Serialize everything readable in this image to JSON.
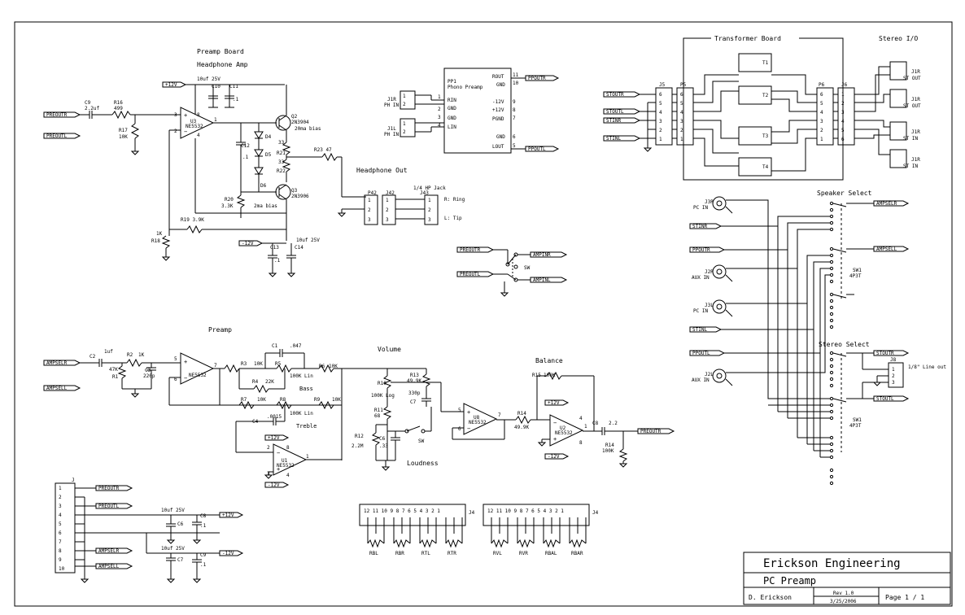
{
  "titles": {
    "preamp_board": "Preamp Board",
    "headphone_amp": "Headphone Amp",
    "preamp": "Preamp",
    "transformer_board": "Transformer Board",
    "stereo_io": "Stereo I/O",
    "headphone_out": "Headphone Out",
    "volume": "Volume",
    "balance": "Balance",
    "bass": "Bass",
    "treble": "Treble",
    "loudness": "Loudness",
    "speaker_select": "Speaker Select",
    "stereo_select": "Stereo Select",
    "twenty_ma_a": "20ma bias",
    "twenty_ma_b": "2ma bias",
    "quarter_jack": "1/4 HP Jack",
    "r_ring": "R: Ring",
    "l_tip": "L: Tip",
    "line_out": "1/8\" Line out"
  },
  "title_block": {
    "company": "Erickson Engineering",
    "project": "PC Preamp",
    "author": "D. Erickson",
    "rev": "Rev 1.0",
    "date": "3/25/2006",
    "page": "Page 1 / 1"
  },
  "net_labels": {
    "preoutr": "PREOUTR",
    "preoutl": "PREOUTL",
    "ampselr": "AMPSELR",
    "ampsell": "AMPSELL",
    "ampinr": "AMPINR",
    "ampinl": "AMPINL",
    "ppoutr": "PPOUTR",
    "ppoutl": "PPOUTL",
    "stoutr": "STOUTR",
    "stoutl": "STOUTL",
    "stinr": "STINR",
    "stinl": "STINL",
    "p12v": "+12V",
    "m12v": "-12V"
  },
  "components": {
    "c9": "C9",
    "c9v": "2.2uf",
    "r16": "R16",
    "r16v": "499",
    "r17": "R17",
    "r17v": "10K",
    "u3": "U3",
    "ne5532": "NE5532",
    "q2": "Q2",
    "q2v": "2N3904",
    "q3": "Q3",
    "q3v": "2N3906",
    "c10": "C10",
    "c11": "C11",
    "c10v": "10uf 25V",
    "c11v": ".1",
    "r21": "R21",
    "r22": "R22",
    "v33": "33",
    "r23": "R23 47",
    "d4": "D4",
    "d5": "D5",
    "d6": "D6",
    "c12": "C12",
    "c12v": ".1",
    "r20": "R20",
    "r20v": "3.3K",
    "r19": "R19 3.9K",
    "r18": "R18",
    "r18v": "1K",
    "c13": "C13",
    "c14": "C14",
    "c14v": "10uf 25V",
    "c13v": ".1",
    "p42": "P42",
    "j42": "J42",
    "j43": "J43",
    "j1r": "J1R",
    "j1l": "J1L",
    "ph_in": "PH IN",
    "pp1": "PP1",
    "pp1v": "Phono Preamp",
    "pp_rin": "RIN",
    "pp_gnd": "GND",
    "pp_lin": "LIN",
    "pp_rout": "ROUT",
    "pp_m12": "-12V",
    "pp_p12": "+12V",
    "pp_pgnd": "PGND",
    "pp_lout": "LOUT",
    "sw": "SW",
    "j5": "J5",
    "p5": "P5",
    "p6": "P6",
    "j6": "J6",
    "t1": "T1",
    "t2": "T2",
    "t3": "T3",
    "t4": "T4",
    "st_out": "ST OUT",
    "st_in": "ST IN",
    "j3r": "J3R",
    "j2r": "J2R",
    "j3l": "J3L",
    "j2l": "J2L",
    "j8": "J8",
    "pc_in": "PC IN",
    "aux_in": "AUX IN",
    "sw1": "SW1",
    "sw1v": "4P3T",
    "c2": "C2",
    "c2v": "1uf",
    "r2": "R2",
    "r2v": "1K",
    "r1": "R1",
    "r1v": "47K",
    "c3": "C3",
    "c3v": "220p",
    "u1": "U1",
    "c1": "C1",
    "c1v": ".047",
    "r3": "R3",
    "r3v": "10K",
    "r5": "R5",
    "r5v": "100K Lin",
    "r6": "R6",
    "r6v": "10K",
    "r4": "R4",
    "r4v": "22K",
    "r7": "R7",
    "r7v": "10K",
    "r8": "R8",
    "r8v": "100K Lin",
    "r9": "R9",
    "r9v": "10K",
    "c4": "C4",
    "c4v": ".0015",
    "r10": "R10",
    "r10v": "100K Log",
    "r11": "R11",
    "r11v": "68",
    "r12": "R12",
    "r12v": "2.2M",
    "c6": "C6",
    "c6v": ".33",
    "r13": "R13",
    "r13v": "49.9K",
    "c7": "C7",
    "c7v": "330p",
    "u8": "U8",
    "r14": "R14",
    "r14v": "49.9K",
    "r15": "R15",
    "r15v": "100K",
    "u2": "U2",
    "c8": "C8",
    "c8v": "2.2",
    "r14b": "R14",
    "r14bv": "100K",
    "jconn": "J",
    "c6b": "C6",
    "c8b": "C8",
    "c7b": "C7",
    "c9b": "C9",
    "c_val_b": "10uf 25V",
    "c_val_c": ".1",
    "j4": "J4",
    "rbl": "RBL",
    "rbr": "RBR",
    "rtl": "RTL",
    "rtr": "RTR",
    "rvl": "RVL",
    "rvr": "RVR",
    "rbal": "RBAL",
    "rbar": "RBAR"
  }
}
